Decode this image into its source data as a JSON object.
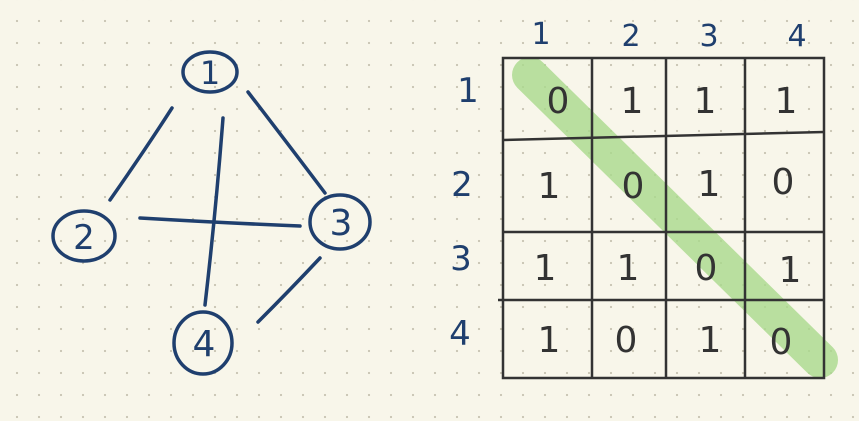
{
  "graph": {
    "nodes": [
      "1",
      "2",
      "3",
      "4"
    ],
    "edges": [
      [
        "1",
        "2"
      ],
      [
        "1",
        "3"
      ],
      [
        "1",
        "4"
      ],
      [
        "2",
        "3"
      ],
      [
        "3",
        "4"
      ]
    ]
  },
  "matrix": {
    "col_headers": [
      "1",
      "2",
      "3",
      "4"
    ],
    "row_headers": [
      "1",
      "2",
      "3",
      "4"
    ],
    "rows": [
      [
        "0",
        "1",
        "1",
        "1"
      ],
      [
        "1",
        "0",
        "1",
        "0"
      ],
      [
        "1",
        "1",
        "0",
        "1"
      ],
      [
        "1",
        "0",
        "1",
        "0"
      ]
    ]
  },
  "colors": {
    "ink": "#1f3f6e",
    "grid": "#333333",
    "highlight": "#a9d98c",
    "paper": "#f8f6ea"
  }
}
